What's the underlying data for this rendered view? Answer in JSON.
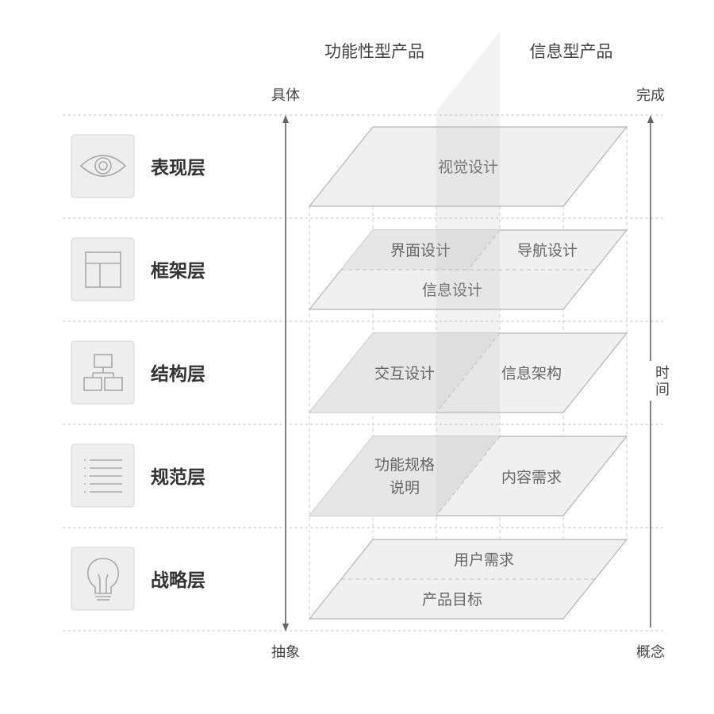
{
  "header": {
    "functional_label": "功能性型产品",
    "info_label": "信息型产品"
  },
  "left_axis": {
    "top_label": "具体",
    "bottom_label": "抽象"
  },
  "right_axis": {
    "top_label": "完成",
    "bottom_label": "概念",
    "middle_label_line1": "时",
    "middle_label_line2": "间"
  },
  "layers": [
    {
      "name": "表现层",
      "icon": "eye-icon"
    },
    {
      "name": "框架层",
      "icon": "layout-icon"
    },
    {
      "name": "结构层",
      "icon": "sitemap-icon"
    },
    {
      "name": "规范层",
      "icon": "list-icon"
    },
    {
      "name": "战略层",
      "icon": "lightbulb-icon"
    }
  ],
  "planes": {
    "surface": {
      "center": "视觉设计"
    },
    "skeleton": {
      "left": "界面设计",
      "right": "导航设计",
      "bottom": "信息设计"
    },
    "structure": {
      "left": "交互设计",
      "right": "信息架构"
    },
    "scope": {
      "left_line1": "功能规格",
      "left_line2": "说明",
      "right": "内容需求"
    },
    "strategy": {
      "top": "用户需求",
      "bottom": "产品目标"
    }
  },
  "colors": {
    "plane_fill": "#f0f0f0",
    "plane_stroke": "#b4b4b4",
    "dashed_line": "#c8c8c8",
    "axis": "#666666",
    "icon_box": "#eeeeee",
    "icon_box_border": "#d4d4d4",
    "icon_stroke": "#a8a8a8",
    "layer_text": "#333333",
    "plane_text": "#666666"
  }
}
